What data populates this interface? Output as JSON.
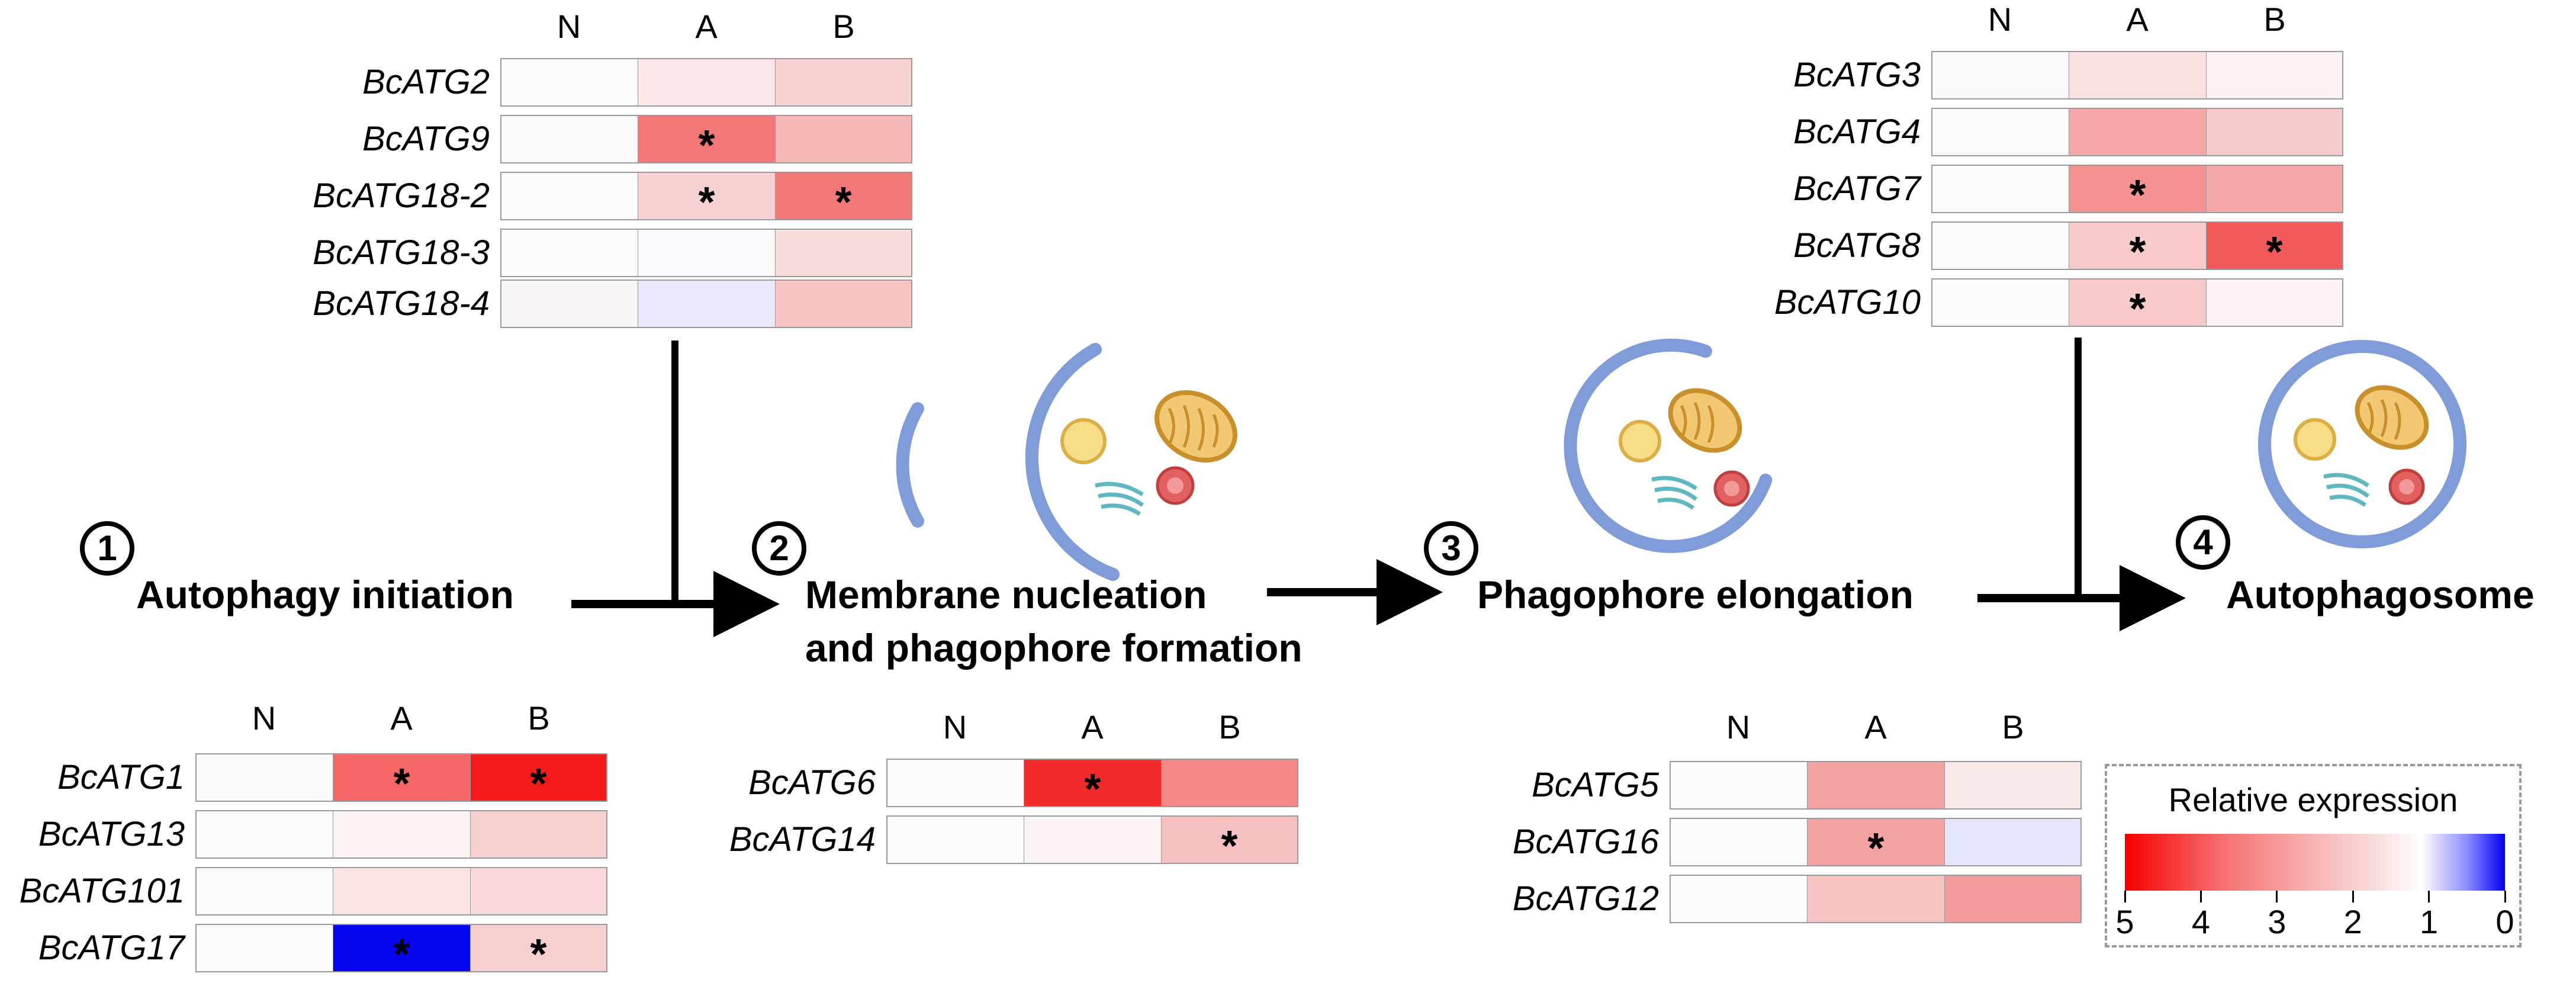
{
  "columns": [
    "N",
    "A",
    "B"
  ],
  "heatmaps": {
    "initiation": {
      "rows": [
        {
          "gene": "BcATG1",
          "cells": [
            {
              "color": "#fafafa",
              "star": ""
            },
            {
              "color": "#f66767",
              "star": "*"
            },
            {
              "color": "#f21a1a",
              "star": "*"
            }
          ]
        },
        {
          "gene": "BcATG13",
          "cells": [
            {
              "color": "#fdfbfb",
              "star": ""
            },
            {
              "color": "#fdf4f4",
              "star": ""
            },
            {
              "color": "#f8cfcf",
              "star": ""
            }
          ]
        },
        {
          "gene": "BcATG101",
          "cells": [
            {
              "color": "#fbfbfb",
              "star": ""
            },
            {
              "color": "#fae4e4",
              "star": ""
            },
            {
              "color": "#f8d8d8",
              "star": ""
            }
          ]
        },
        {
          "gene": "BcATG17",
          "cells": [
            {
              "color": "#fbfbfb",
              "star": ""
            },
            {
              "color": "#0505f0",
              "star": "*"
            },
            {
              "color": "#f8cfcf",
              "star": "*"
            }
          ]
        }
      ]
    },
    "nucleation": {
      "rows": [
        {
          "gene": "BcATG2",
          "cells": [
            {
              "color": "#fcfafa",
              "star": ""
            },
            {
              "color": "#fbe7e7",
              "star": ""
            },
            {
              "color": "#f8d1d1",
              "star": ""
            }
          ]
        },
        {
          "gene": "BcATG9",
          "cells": [
            {
              "color": "#fbf9f9",
              "star": ""
            },
            {
              "color": "#f47878",
              "star": "*"
            },
            {
              "color": "#f7b8b8",
              "star": ""
            }
          ]
        },
        {
          "gene": "BcATG18-2",
          "cells": [
            {
              "color": "#fcfafa",
              "star": ""
            },
            {
              "color": "#f8d2d2",
              "star": "*"
            },
            {
              "color": "#f37878",
              "star": "*"
            }
          ]
        },
        {
          "gene": "BcATG18-3",
          "cells": [
            {
              "color": "#fcfcfc",
              "star": ""
            },
            {
              "color": "#f8f8fd",
              "star": ""
            },
            {
              "color": "#f9dcdc",
              "star": ""
            }
          ]
        },
        {
          "gene": "BcATG18-4",
          "cells": [
            {
              "color": "#fbf6f6",
              "star": ""
            },
            {
              "color": "#e9e9fb",
              "star": ""
            },
            {
              "color": "#f8c4c4",
              "star": ""
            }
          ]
        }
      ]
    },
    "nucleation2": {
      "rows": [
        {
          "gene": "BcATG6",
          "cells": [
            {
              "color": "#fbfbfb",
              "star": ""
            },
            {
              "color": "#f22a2a",
              "star": "*"
            },
            {
              "color": "#f48888",
              "star": ""
            }
          ]
        },
        {
          "gene": "BcATG14",
          "cells": [
            {
              "color": "#fbfbfb",
              "star": ""
            },
            {
              "color": "#fcf4f4",
              "star": ""
            },
            {
              "color": "#f7c0c0",
              "star": "*"
            }
          ]
        }
      ]
    },
    "elongation_top": {
      "rows": [
        {
          "gene": "BcATG3",
          "cells": [
            {
              "color": "#fbfafa",
              "star": ""
            },
            {
              "color": "#fae0e0",
              "star": ""
            },
            {
              "color": "#fcf2f2",
              "star": ""
            }
          ]
        },
        {
          "gene": "BcATG4",
          "cells": [
            {
              "color": "#fbfbfb",
              "star": ""
            },
            {
              "color": "#f6a6a6",
              "star": ""
            },
            {
              "color": "#f8cbcb",
              "star": ""
            }
          ]
        },
        {
          "gene": "BcATG7",
          "cells": [
            {
              "color": "#fbfbfb",
              "star": ""
            },
            {
              "color": "#f59292",
              "star": "*"
            },
            {
              "color": "#f6a8a8",
              "star": ""
            }
          ]
        },
        {
          "gene": "BcATG8",
          "cells": [
            {
              "color": "#fcfcfc",
              "star": ""
            },
            {
              "color": "#f8caca",
              "star": "*"
            },
            {
              "color": "#f25a5a",
              "star": "*"
            }
          ]
        },
        {
          "gene": "BcATG10",
          "cells": [
            {
              "color": "#fcfcfc",
              "star": ""
            },
            {
              "color": "#f8caca",
              "star": "*"
            },
            {
              "color": "#fcf4f4",
              "star": ""
            }
          ]
        }
      ]
    },
    "elongation_bottom": {
      "rows": [
        {
          "gene": "BcATG5",
          "cells": [
            {
              "color": "#fbfbfb",
              "star": ""
            },
            {
              "color": "#f5a2a2",
              "star": ""
            },
            {
              "color": "#fbeaea",
              "star": ""
            }
          ]
        },
        {
          "gene": "BcATG16",
          "cells": [
            {
              "color": "#fbfbfb",
              "star": ""
            },
            {
              "color": "#f5a2a2",
              "star": "*"
            },
            {
              "color": "#e4e4fb",
              "star": ""
            }
          ]
        },
        {
          "gene": "BcATG12",
          "cells": [
            {
              "color": "#fbfbfb",
              "star": ""
            },
            {
              "color": "#f8c4c4",
              "star": ""
            },
            {
              "color": "#f49c9c",
              "star": ""
            }
          ]
        }
      ]
    }
  },
  "steps": [
    {
      "number": "1",
      "label": "Autophagy initiation"
    },
    {
      "number": "2",
      "label": "Membrane nucleation",
      "label2": "and phagophore formation"
    },
    {
      "number": "3",
      "label": "Phagophore elongation"
    },
    {
      "number": "4",
      "label": "Autophagosome"
    }
  ],
  "legend": {
    "title": "Relative expression",
    "ticks": [
      "5",
      "4",
      "3",
      "2",
      "1",
      "0"
    ],
    "colors": {
      "high": "#f50000",
      "mid": "#ffffff",
      "low": "#0000f2"
    }
  },
  "icon_colors": {
    "membrane": "#7f9bd8",
    "mitochondrion": "#dca64a",
    "vesicle": "#f3d27a",
    "golgi": "#5fb7bf",
    "lysosome": "#e36060"
  }
}
